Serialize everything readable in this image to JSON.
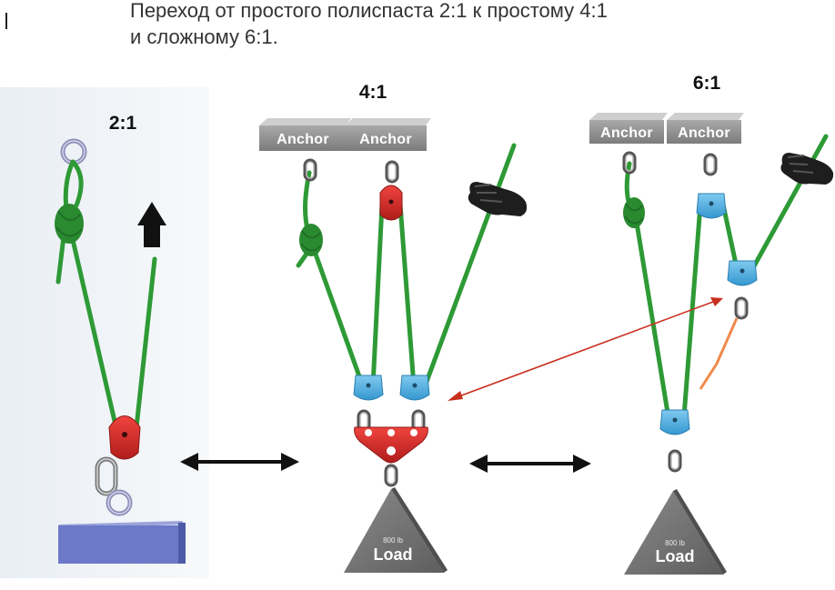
{
  "caption": {
    "line1": "Переход от простого полиспаста 2:1 к простому 4:1",
    "line2": "и сложному 6:1."
  },
  "systems": {
    "simple_2_1": {
      "ratio": "2:1"
    },
    "simple_4_1": {
      "ratio": "4:1",
      "anchors": [
        "Anchor",
        "Anchor"
      ],
      "load": {
        "label": "Load",
        "weight": "800 lb"
      }
    },
    "complex_6_1": {
      "ratio": "6:1",
      "anchors": [
        "Anchor",
        "Anchor"
      ],
      "load": {
        "label": "Load",
        "weight": "800 lb"
      }
    }
  },
  "colors": {
    "rope": "#2e9a36",
    "pulley_red": "#d42a28",
    "pulley_blue": "#4fb3e0",
    "anchor_block": "#8a8a8a",
    "load_block": "#6f6f6f",
    "base_block": "#6c79c8",
    "double_arrow": "#111111",
    "link_arrow": "#c8301f"
  },
  "icons": [
    "glove-icon",
    "knot-icon",
    "pulley-icon",
    "carabiner-icon",
    "ring-icon",
    "up-arrow-icon",
    "double-arrow-icon"
  ]
}
